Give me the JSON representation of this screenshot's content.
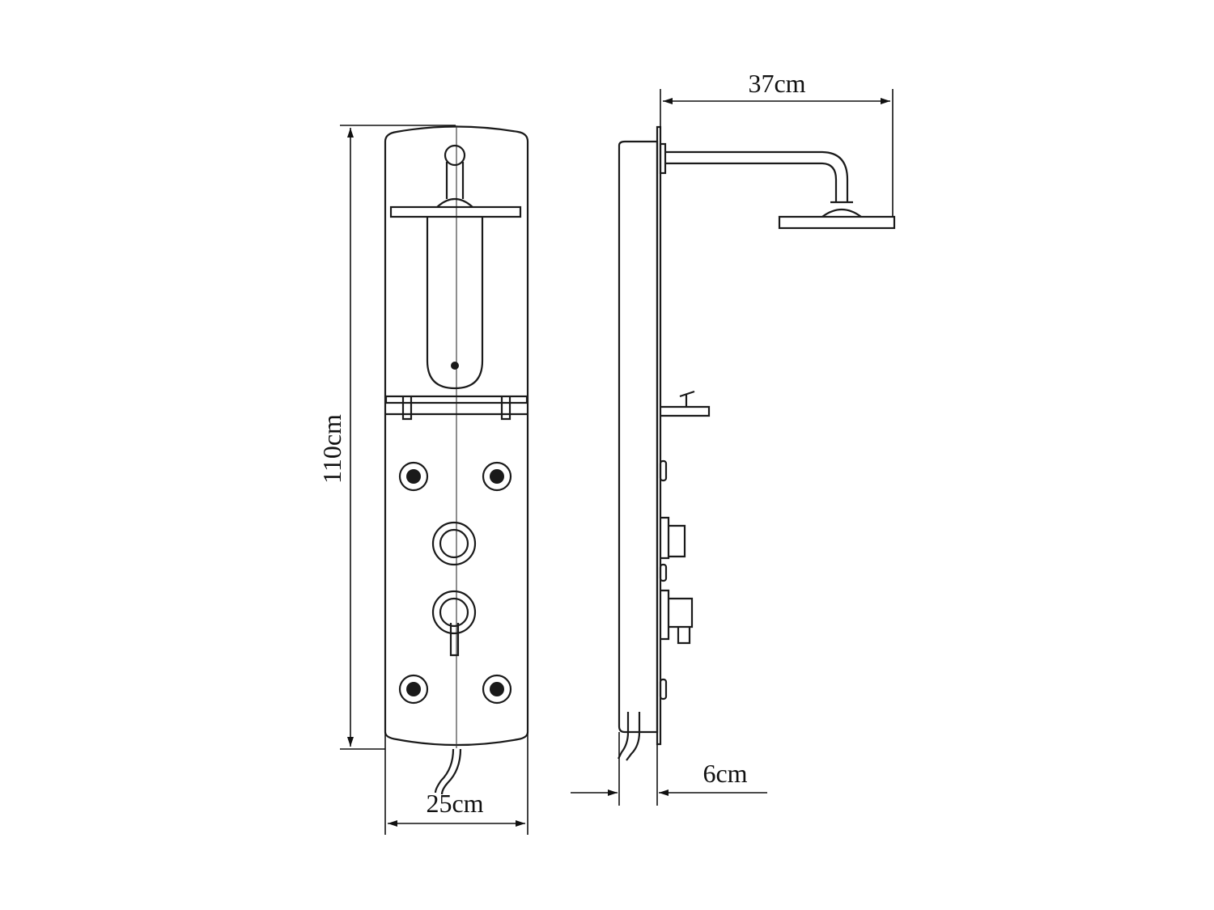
{
  "dimensions": {
    "height": "110cm",
    "width": "25cm",
    "arm_reach": "37cm",
    "depth": "6cm"
  },
  "colors": {
    "line": "#1a1a1a",
    "background": "#ffffff"
  }
}
